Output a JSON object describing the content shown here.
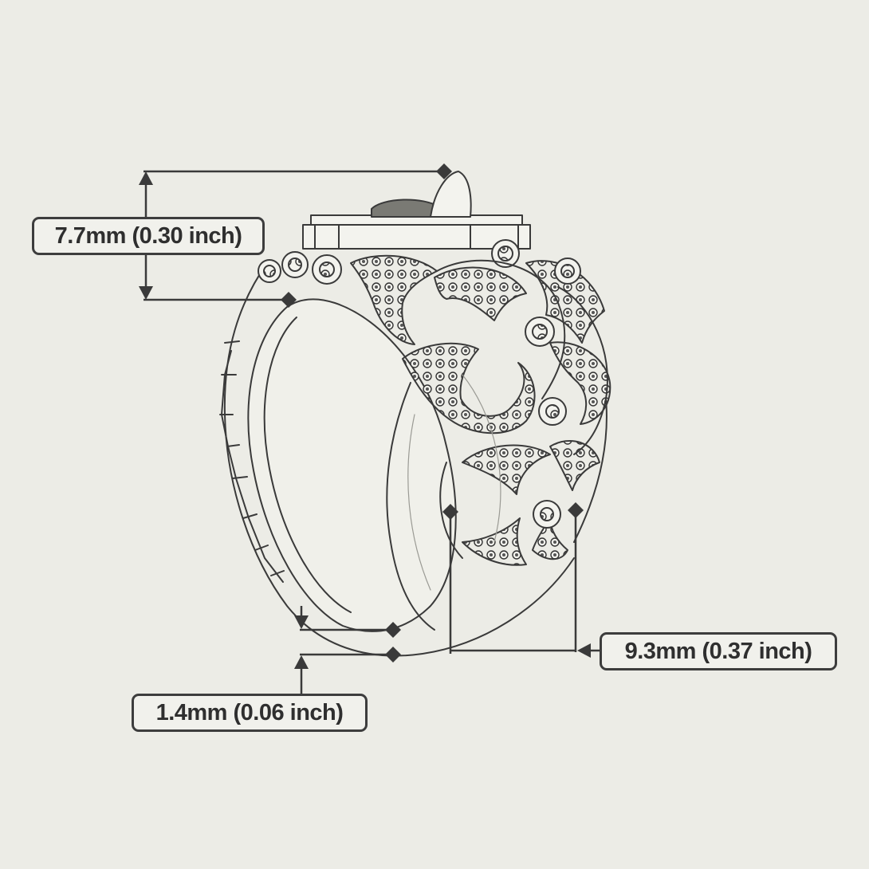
{
  "dimensions": {
    "height": "7.7mm (0.30 inch)",
    "band_width": "9.3mm (0.37 inch)",
    "thickness": "1.4mm (0.06 inch)"
  },
  "colors": {
    "background": "#ecece6",
    "line": "#3a3a3a",
    "label_border": "#3d3d3d",
    "label_text": "#2f2f2f"
  },
  "icons": [
    "ring-sketch-icon",
    "diamond-marker-icon",
    "arrow-up-icon",
    "arrow-down-icon",
    "arrow-left-icon"
  ]
}
